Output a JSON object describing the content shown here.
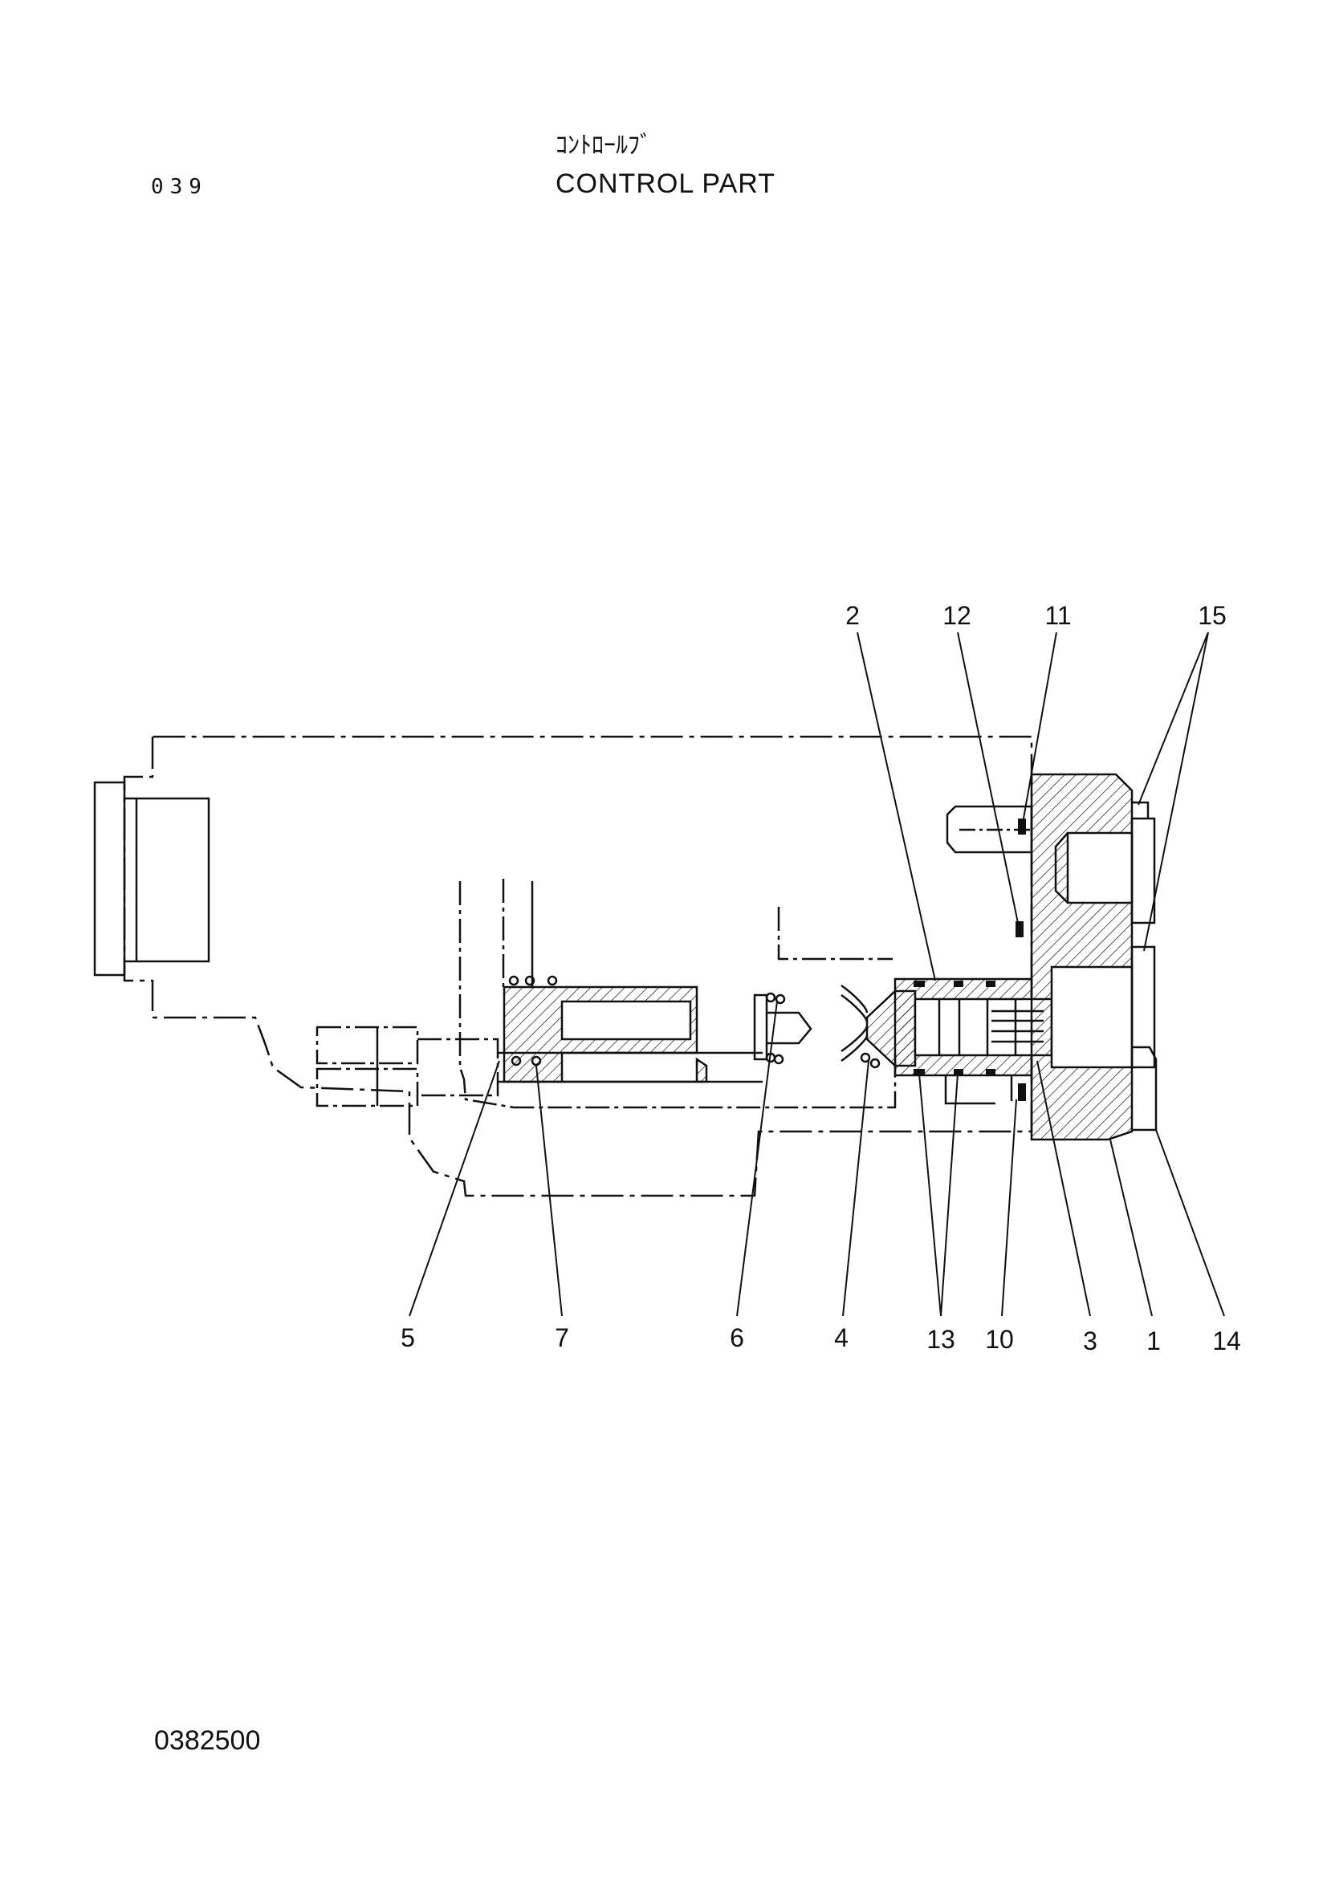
{
  "header": {
    "page_number": "039",
    "title_japanese": "ｺﾝﾄﾛｰﾙﾌﾞ",
    "title_english": "CONTROL PART"
  },
  "footer": {
    "document_code": "0382500"
  },
  "callouts": {
    "top": [
      "2",
      "12",
      "11",
      "15"
    ],
    "bottom": [
      "5",
      "7",
      "6",
      "4",
      "13",
      "10",
      "3",
      "1",
      "14"
    ]
  }
}
